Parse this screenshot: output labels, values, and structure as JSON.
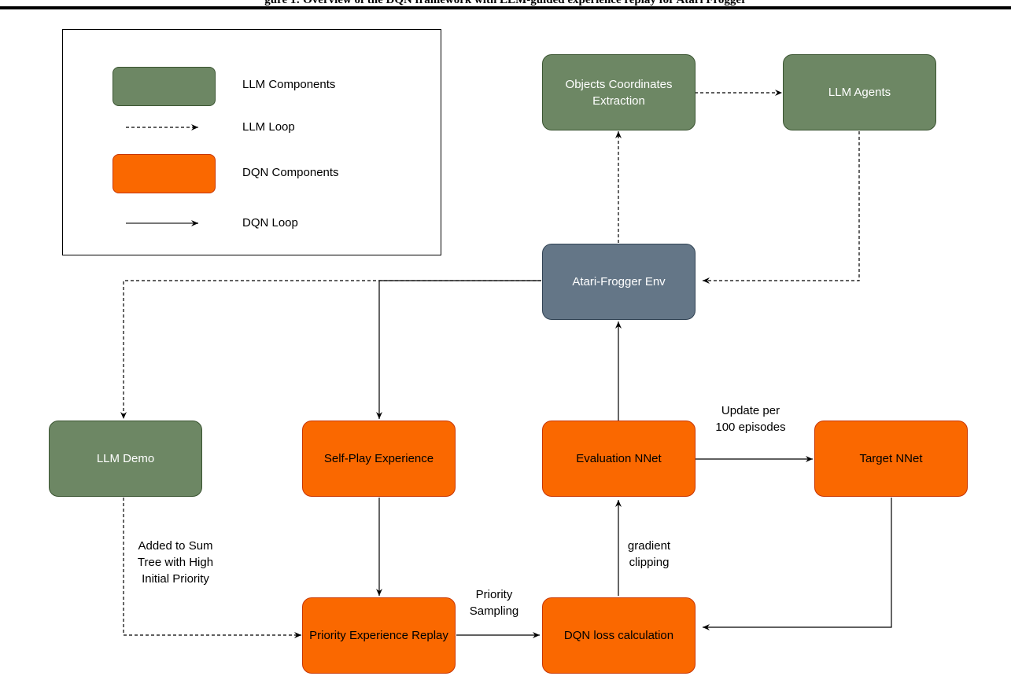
{
  "header": {
    "caption_fragment": "gure 1: Overview of the DQN framework with LLM-guided experience replay for Atari Frogger"
  },
  "legend": {
    "items": [
      {
        "label": "LLM Components",
        "kind": "box",
        "color": "#6d8764"
      },
      {
        "label": "LLM Loop",
        "kind": "dashed-arrow"
      },
      {
        "label": "DQN Components",
        "kind": "box",
        "color": "#fa6800"
      },
      {
        "label": "DQN Loop",
        "kind": "solid-arrow"
      }
    ]
  },
  "nodes": {
    "objects_extraction": "Objects Coordinates Extraction",
    "llm_agents": "LLM Agents",
    "env": "Atari-Frogger Env",
    "llm_demo": "LLM Demo",
    "self_play": "Self-Play Experience",
    "evaluation": "Evaluation NNet",
    "target": "Target NNet",
    "per": "Priority Experience Replay",
    "loss": "DQN loss calculation"
  },
  "edge_labels": {
    "update": "Update per 100 episodes",
    "gradient": "gradient clipping",
    "sampling": "Priority Sampling",
    "sumtree": "Added to Sum Tree with High Initial Priority"
  },
  "colors": {
    "llm": "#6d8764",
    "dqn": "#fa6800",
    "env": "#647687"
  }
}
